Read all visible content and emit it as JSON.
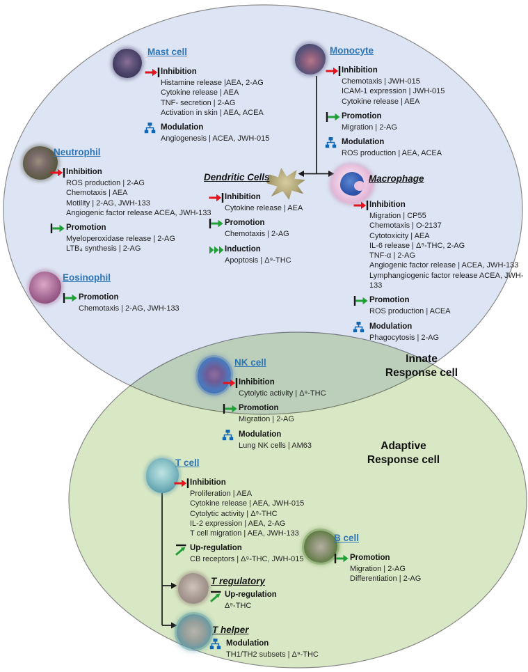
{
  "figure": {
    "regions": [
      {
        "id": "innate",
        "label": "Innate\nResponse cell",
        "fill": "#dde4f3"
      },
      {
        "id": "adaptive",
        "label": "Adaptive\nResponse cell",
        "fill": "#d9e8c4"
      }
    ],
    "colors": {
      "inhibition_arrow": "#e8121c",
      "promotion_arrow": "#21a038",
      "induction_chevrons": "#21a038",
      "up_regulation_arrow": "#21a038",
      "modulation_icon": "#1266b0",
      "cell_link": "#2e75b6",
      "ellipse_stroke": "#898989"
    }
  },
  "cells": [
    {
      "name": "Mast cell",
      "sections": [
        {
          "label": "Inhibition",
          "icon": "inhibition-arrow-icon",
          "items": [
            "Histamine release |AEA, 2-AG",
            "Cytokine release | AEA",
            "TNF- secretion | 2-AG",
            "Activation in skin | AEA, ACEA"
          ]
        },
        {
          "label": "Modulation",
          "icon": "modulation-tree-icon",
          "items": [
            "Angiogenesis | ACEA, JWH-015"
          ]
        }
      ]
    },
    {
      "name": "Monocyte",
      "sections": [
        {
          "label": "Inhibition",
          "icon": "inhibition-arrow-icon",
          "items": [
            "Chemotaxis | JWH-015",
            "ICAM-1 expression | JWH-015",
            "Cytokine release | AEA"
          ]
        },
        {
          "label": "Promotion",
          "icon": "promotion-arrow-icon",
          "items": [
            "Migration | 2-AG"
          ]
        },
        {
          "label": "Modulation",
          "icon": "modulation-tree-icon",
          "items": [
            "ROS production | AEA, ACEA"
          ]
        }
      ]
    },
    {
      "name": "Neutrophil",
      "sections": [
        {
          "label": "Inhibition",
          "icon": "inhibition-arrow-icon",
          "items": [
            "ROS production | 2-AG",
            "Chemotaxis | AEA",
            "Motility | 2-AG, JWH-133",
            "Angiogenic factor release ACEA, JWH-133"
          ]
        },
        {
          "label": "Promotion",
          "icon": "promotion-arrow-icon",
          "items": [
            "Myeloperoxidase release | 2-AG",
            "LTB₄ synthesis | 2-AG"
          ]
        }
      ]
    },
    {
      "name": "Eosinophil",
      "sections": [
        {
          "label": "Promotion",
          "icon": "promotion-arrow-icon",
          "items": [
            "Chemotaxis | 2-AG, JWH-133"
          ]
        }
      ]
    },
    {
      "name": "Dendritic Cells",
      "sections": [
        {
          "label": "Inhibition",
          "icon": "inhibition-arrow-icon",
          "items": [
            "Cytokine release | AEA"
          ]
        },
        {
          "label": "Promotion",
          "icon": "promotion-arrow-icon",
          "items": [
            "Chemotaxis | 2-AG"
          ]
        },
        {
          "label": "Induction",
          "icon": "induction-chevrons-icon",
          "items": [
            "Apoptosis | Δ⁹-THC"
          ]
        }
      ]
    },
    {
      "name": "Macrophage",
      "sections": [
        {
          "label": "Inhibition",
          "icon": "inhibition-arrow-icon",
          "items": [
            "Migration | CP55",
            "Chemotaxis | O-2137",
            "Cytotoxicity | AEA",
            "IL-6 release | Δ⁹-THC, 2-AG",
            "TNF-α | 2-AG",
            "Angiogenic factor release | ACEA, JWH-133",
            "Lymphangiogenic factor release ACEA, JWH-133"
          ]
        },
        {
          "label": "Promotion",
          "icon": "promotion-arrow-icon",
          "items": [
            "ROS production | ACEA"
          ]
        },
        {
          "label": "Modulation",
          "icon": "modulation-tree-icon",
          "items": [
            "Phagocytosis | 2-AG"
          ]
        }
      ]
    },
    {
      "name": "NK cell",
      "sections": [
        {
          "label": "Inhibition",
          "icon": "inhibition-arrow-icon",
          "items": [
            "Cytolytic activity | Δ⁹-THC"
          ]
        },
        {
          "label": "Promotion",
          "icon": "promotion-arrow-icon",
          "items": [
            "Migration | 2-AG"
          ]
        },
        {
          "label": "Modulation",
          "icon": "modulation-tree-icon",
          "items": [
            "Lung NK cells | AM63"
          ]
        }
      ]
    },
    {
      "name": "T cell",
      "sections": [
        {
          "label": "Inhibition",
          "icon": "inhibition-arrow-icon",
          "items": [
            "Proliferation | AEA",
            "Cytokine release | AEA, JWH-015",
            "Cytolytic activity | Δ⁹-THC",
            "IL-2 expression | AEA, 2-AG",
            "T cell migration | AEA, JWH-133"
          ]
        },
        {
          "label": "Up-regulation",
          "icon": "up-regulation-arrow-icon",
          "items": [
            "CB receptors | Δ⁹-THC, JWH-015"
          ]
        }
      ]
    },
    {
      "name": "B cell",
      "sections": [
        {
          "label": "Promotion",
          "icon": "promotion-arrow-icon",
          "items": [
            "Migration | 2-AG",
            "Differentiation | 2-AG"
          ]
        }
      ]
    },
    {
      "name": "T regulatory",
      "sections": [
        {
          "label": "Up-regulation",
          "icon": "up-regulation-arrow-icon",
          "items": [
            "Δ⁹-THC"
          ]
        }
      ]
    },
    {
      "name": "T helper",
      "sections": [
        {
          "label": "Modulation",
          "icon": "modulation-tree-icon",
          "items": [
            "TH1/TH2 subsets | Δ⁹-THC"
          ]
        }
      ]
    }
  ]
}
